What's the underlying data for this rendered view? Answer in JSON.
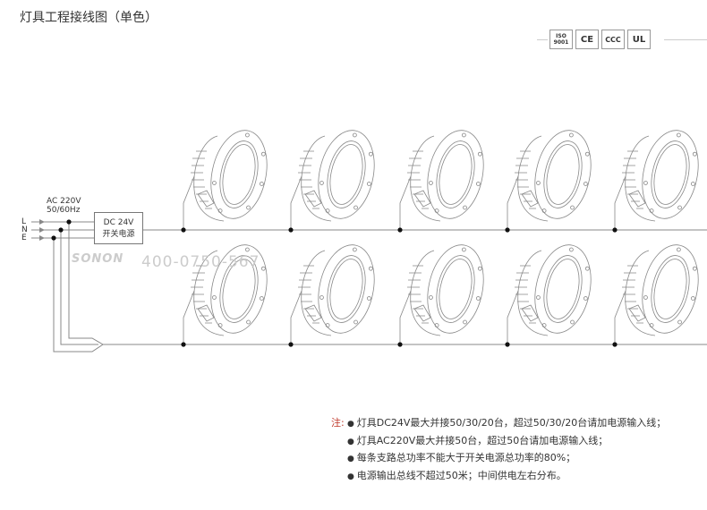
{
  "title": "灯具工程接线图（单色）",
  "certs": [
    "ISO 9001",
    "CE",
    "CCC",
    "UL"
  ],
  "wiring": {
    "lines": [
      "L",
      "N",
      "E"
    ],
    "ac_label": "AC 220V",
    "freq_label": "50/60Hz",
    "psu_line1": "DC 24V",
    "psu_line2": "开关电源"
  },
  "watermark": {
    "brand": "SONON",
    "phone": "400-0750-567"
  },
  "lamps": {
    "rows": 2,
    "per_row": 5
  },
  "notes": {
    "prefix": "注:",
    "items": [
      "灯具DC24V最大并接50/30/20台，超过50/30/20台请加电源输入线；",
      "灯具AC220V最大并接50台，超过50台请加电源输入线；",
      "每条支路总功率不能大于开关电源总功率的80%；",
      "电源输出总线不超过50米；中间供电左右分布。"
    ]
  },
  "colors": {
    "line": "#888888",
    "note_prefix": "#c0392b"
  }
}
